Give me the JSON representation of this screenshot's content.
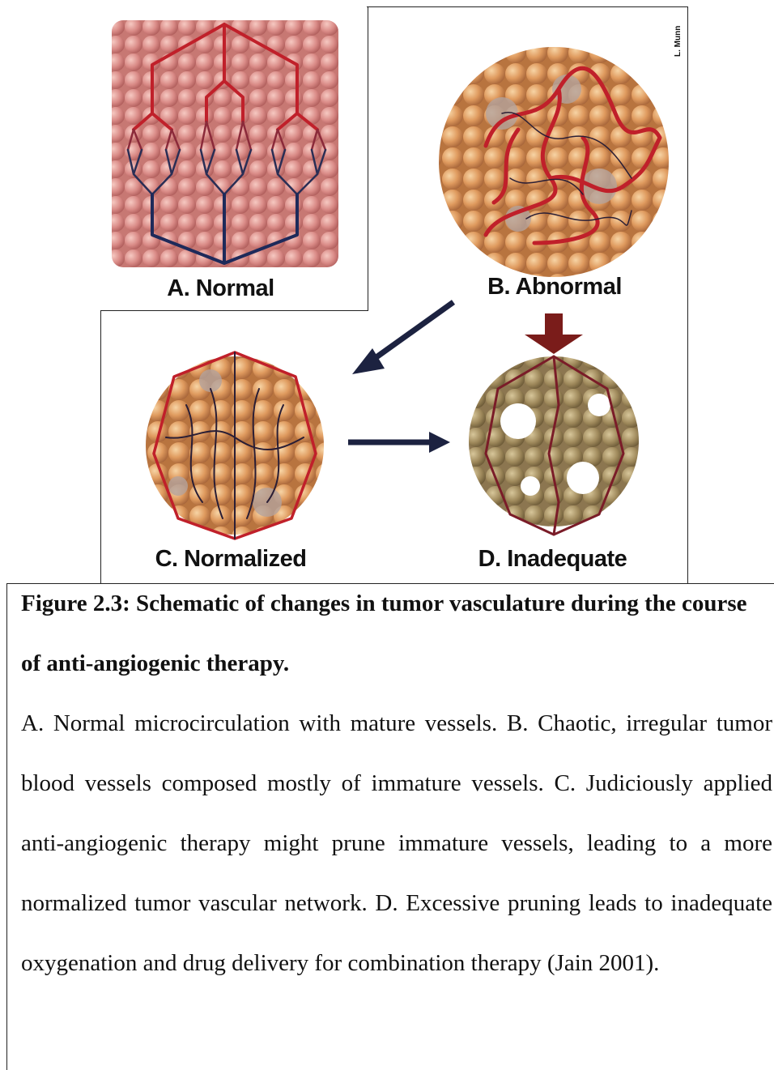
{
  "figure": {
    "credit": "L. Munn",
    "panels": [
      {
        "id": "A",
        "label": "A. Normal"
      },
      {
        "id": "B",
        "label": "B. Abnormal"
      },
      {
        "id": "C",
        "label": "C. Normalized"
      },
      {
        "id": "D",
        "label": "D. Inadequate"
      }
    ]
  },
  "caption": {
    "title": "Figure 2.3: Schematic of changes in tumor vasculature during the course of anti-angiogenic therapy.",
    "body": "A.  Normal microcirculation with mature vessels.  B.  Chaotic, irregular tumor blood vessels composed mostly of immature vessels.  C. Judiciously applied anti-angiogenic therapy might prune immature vessels, leading to a more normalized tumor vascular network.  D. Excessive pruning leads to inadequate oxygenation and drug delivery for combination therapy (Jain 2001)."
  },
  "colors": {
    "artery": "#c0202a",
    "vein": "#1e2a5a",
    "tissue_normal": "#dc8f8a",
    "tissue_tumor": "#e3a066",
    "tissue_dead": "#a08a60",
    "arrow_dark": "#1c2240",
    "arrow_red": "#7a1c1a"
  }
}
